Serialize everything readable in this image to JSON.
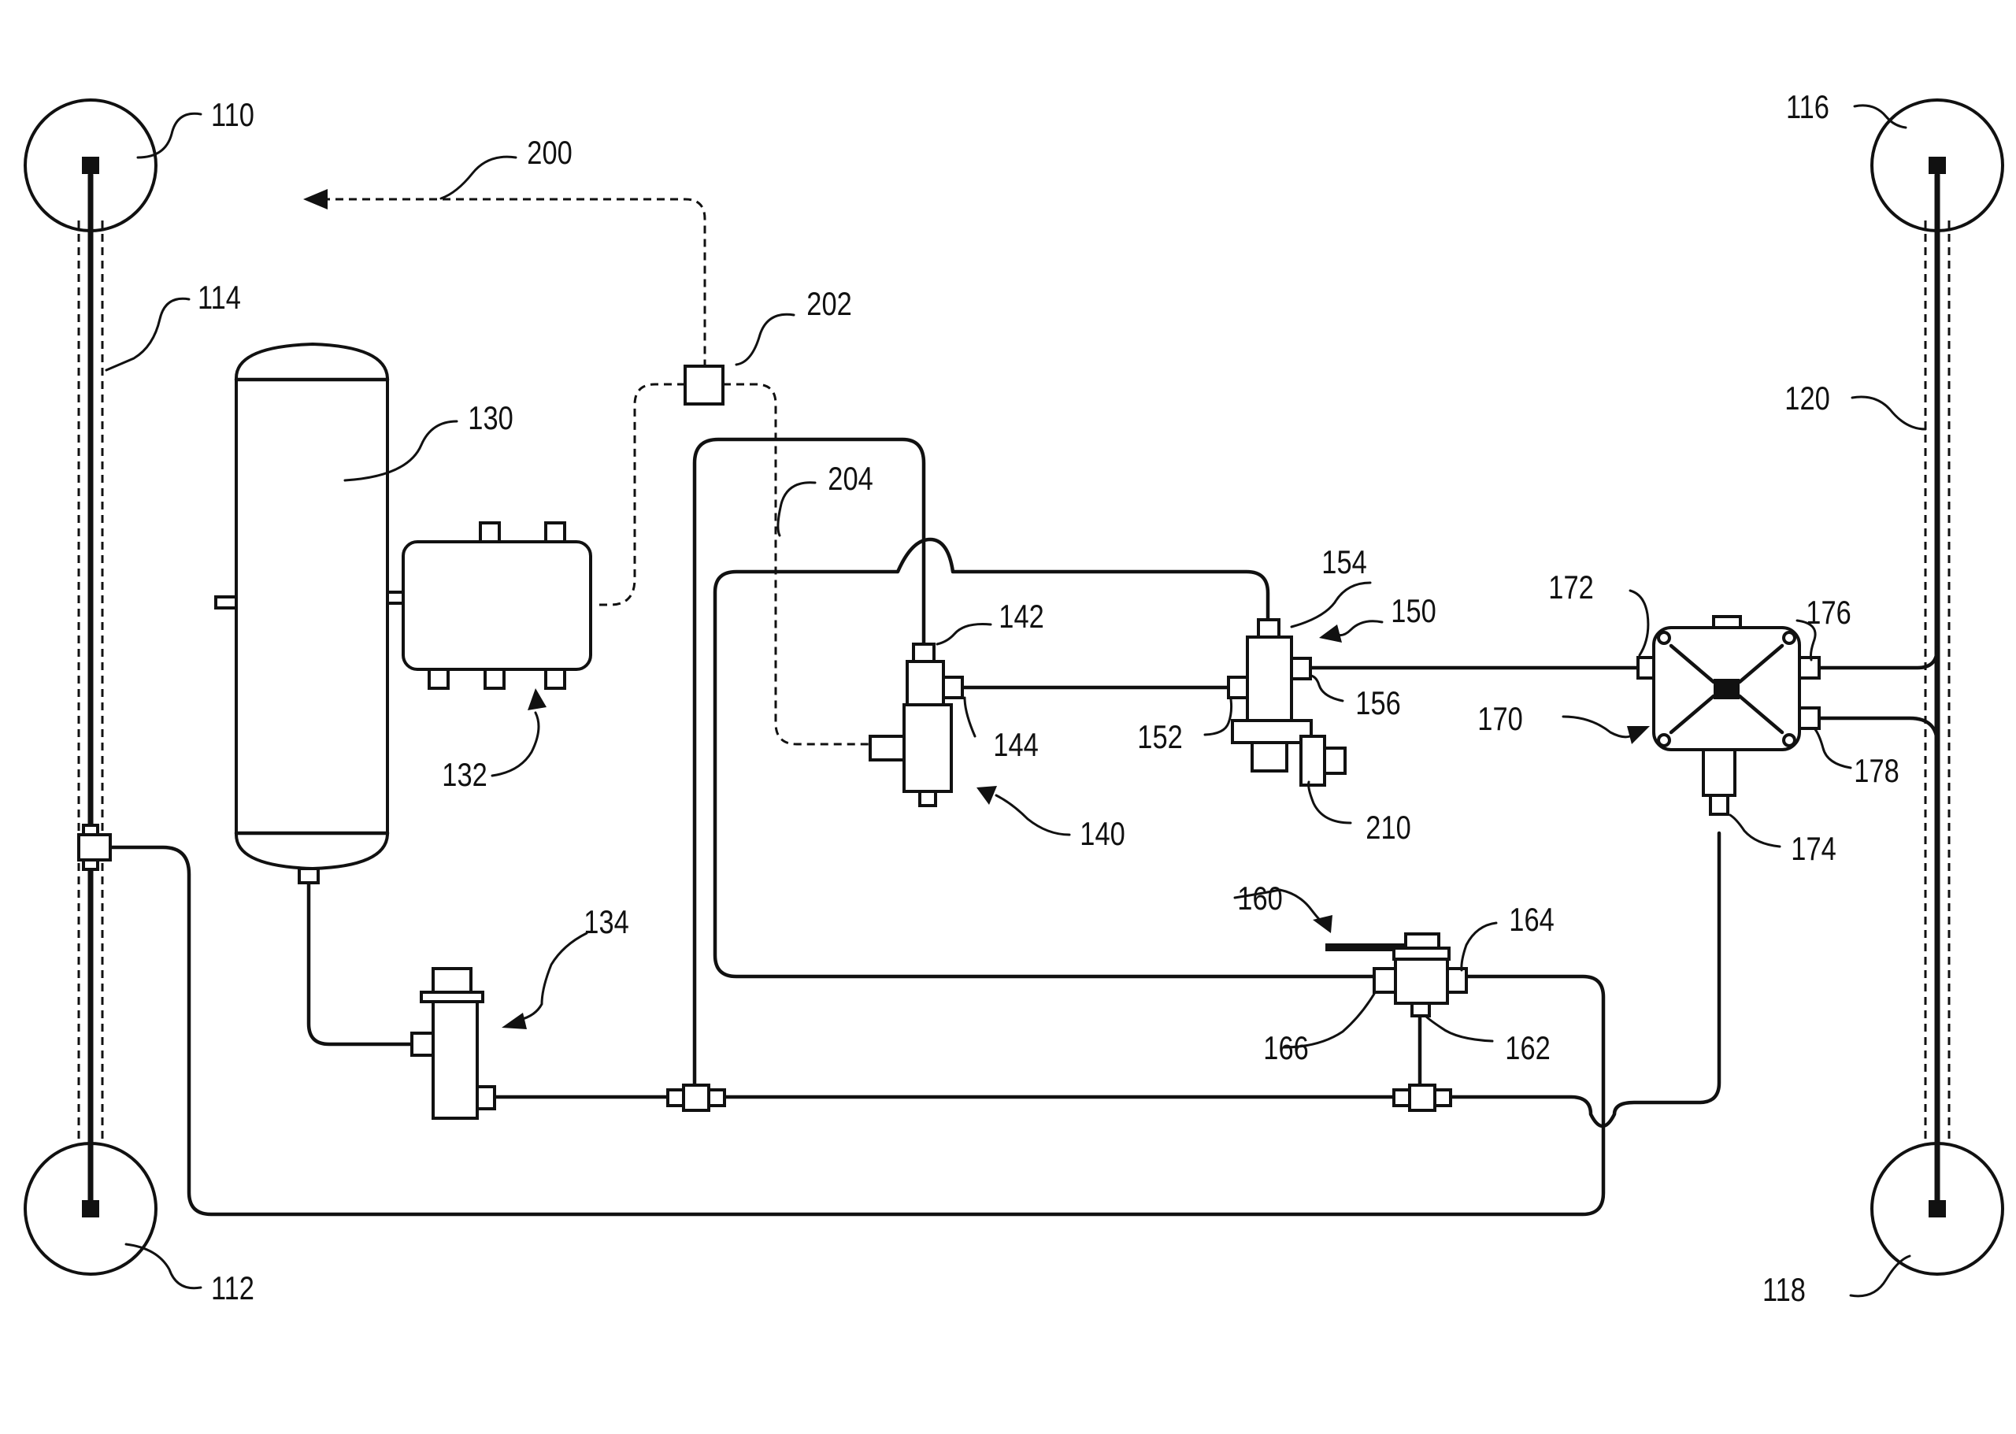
{
  "labels": {
    "wheel_front_left": "110",
    "wheel_rear_left": "112",
    "axle_left": "114",
    "wheel_front_right": "116",
    "wheel_rear_right": "118",
    "axle_right": "120",
    "tank": "130",
    "manifold": "132",
    "drain_valve": "134",
    "valve_140": "140",
    "port_142": "142",
    "port_144": "144",
    "valve_150": "150",
    "port_152": "152",
    "port_154": "154",
    "port_156": "156",
    "valve_160": "160",
    "port_162": "162",
    "port_164": "164",
    "port_166": "166",
    "junction_170": "170",
    "port_172": "172",
    "port_174": "174",
    "port_176": "176",
    "port_178": "178",
    "signal_200": "200",
    "sensor_202": "202",
    "signal_line_204": "204",
    "actuator_210": "210"
  }
}
